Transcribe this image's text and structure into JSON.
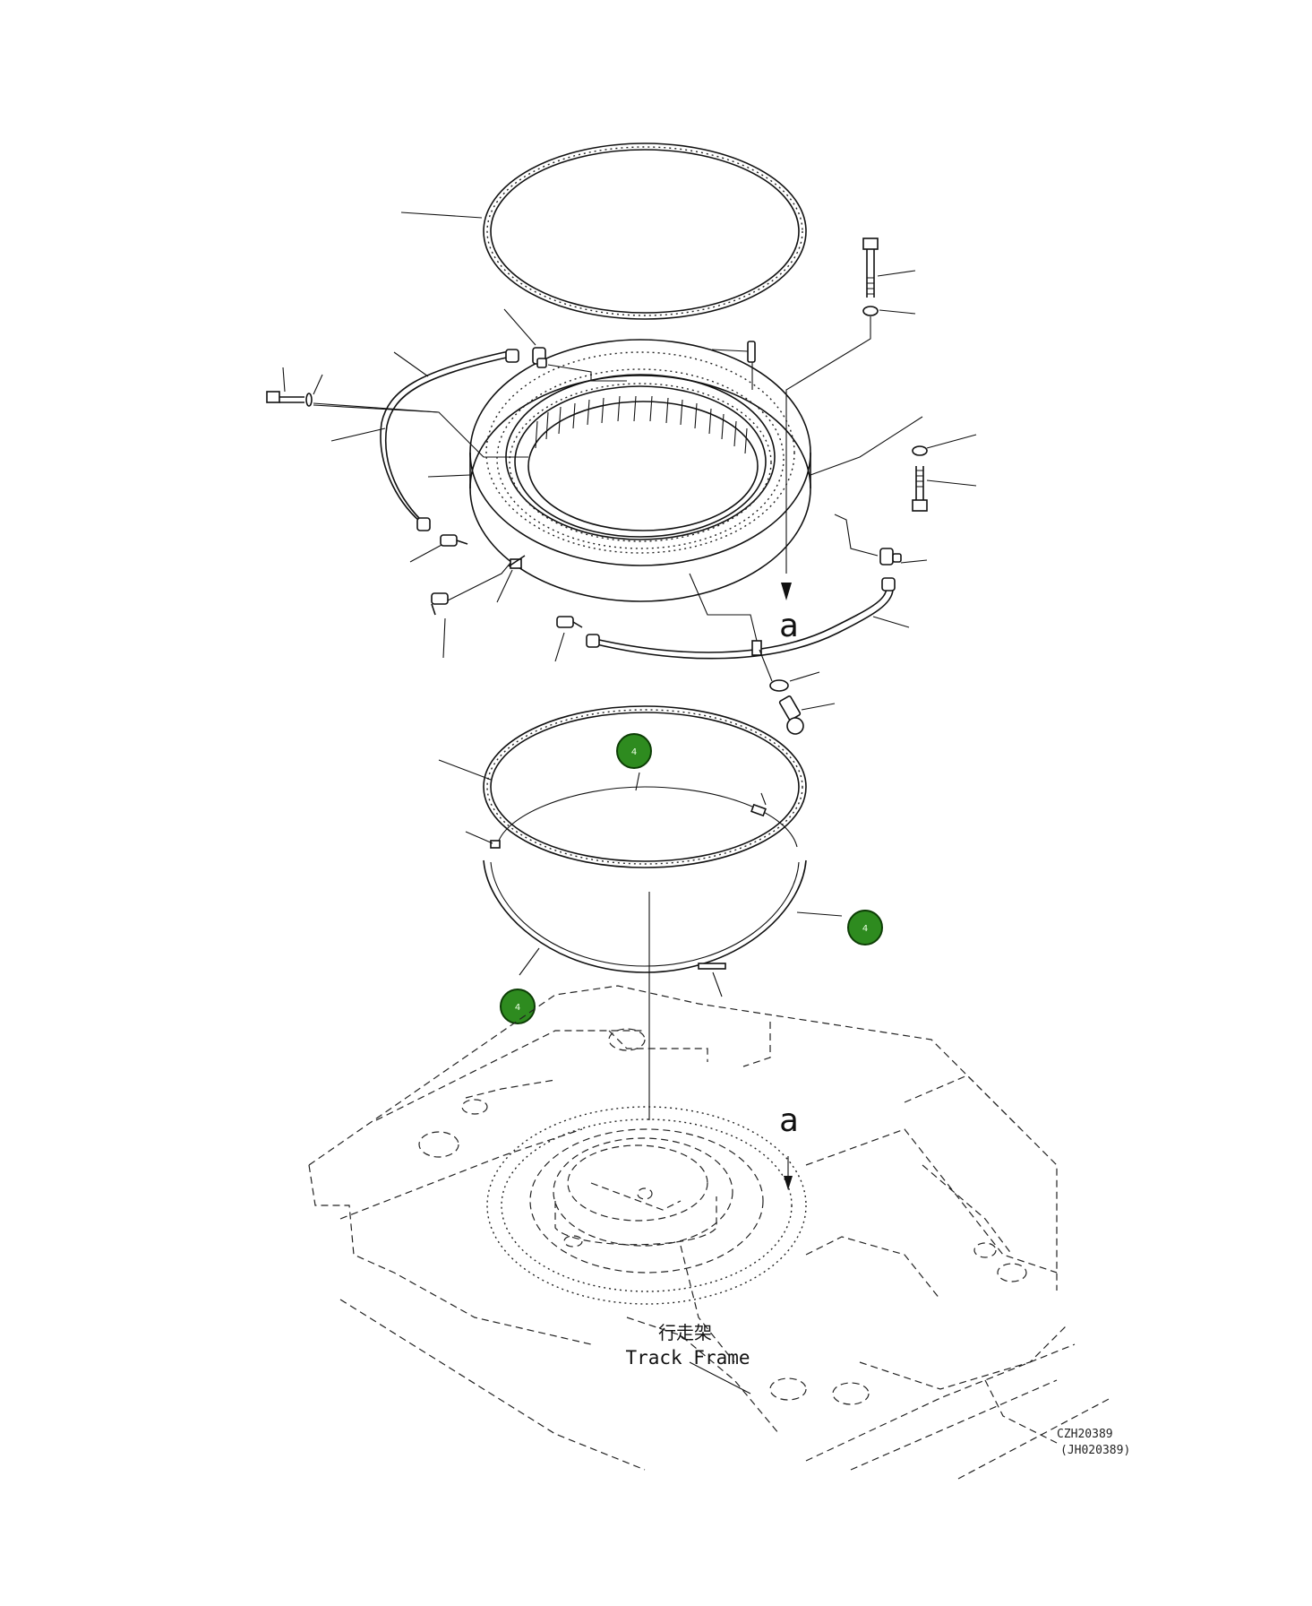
{
  "labels": {
    "view_marker_top": "a",
    "view_marker_bottom": "a",
    "track_frame_cn": "行走架",
    "track_frame_en": "Track Frame"
  },
  "callouts": [
    "4",
    "4",
    "4"
  ],
  "drawing_refs": [
    "CZH20389",
    "(JH020389)"
  ],
  "colors": {
    "callout_fill": "#2e8b1f",
    "linework": "#111111",
    "background": "#ffffff"
  }
}
